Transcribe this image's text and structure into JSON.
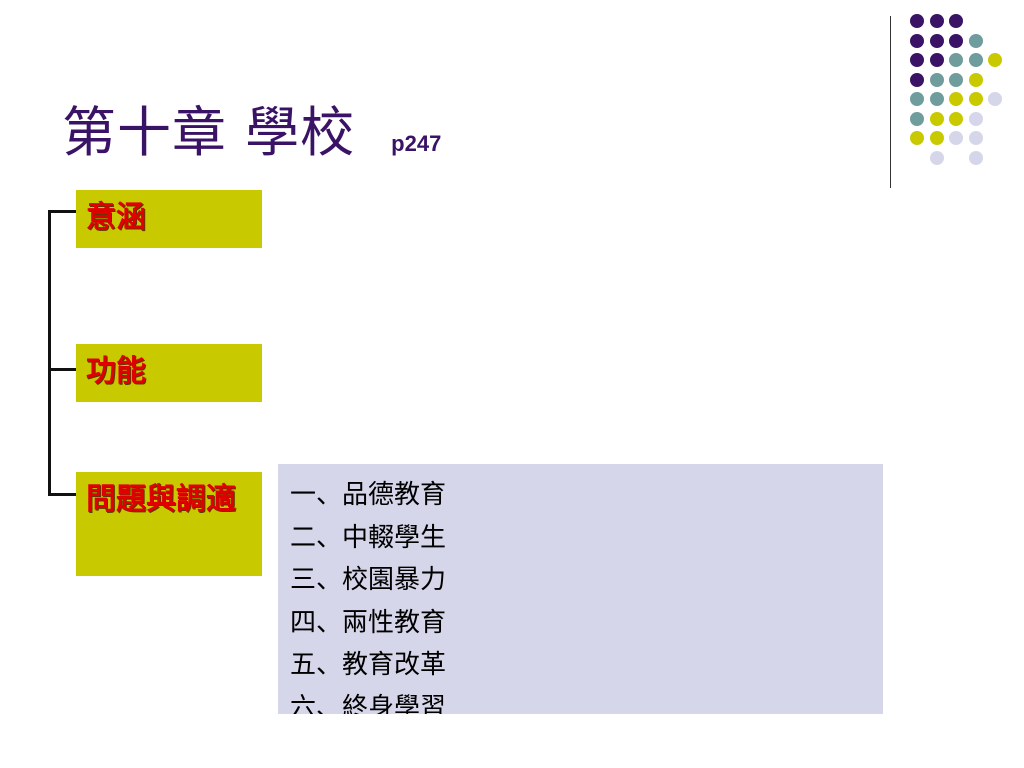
{
  "slide": {
    "title": "第十章  學校",
    "page_ref": "p247"
  },
  "tree": {
    "nodes": [
      {
        "label": "意涵"
      },
      {
        "label": "功能"
      },
      {
        "label": "問題與調適"
      }
    ],
    "node_color": "#c9c900",
    "node_text_color": "#e00000"
  },
  "list": {
    "items": [
      "一、品德教育",
      "二、中輟學生",
      "三、校園暴力",
      "四、兩性教育",
      "五、教育改革",
      "六、終身學習"
    ],
    "background": "#d6d6ea"
  },
  "decoration": {
    "palette": {
      "purple": "#3a1266",
      "teal": "#6f9c9c",
      "yellow": "#c9c900",
      "lavender": "#d6d6ea"
    },
    "icon": "dot-grid-icon"
  }
}
